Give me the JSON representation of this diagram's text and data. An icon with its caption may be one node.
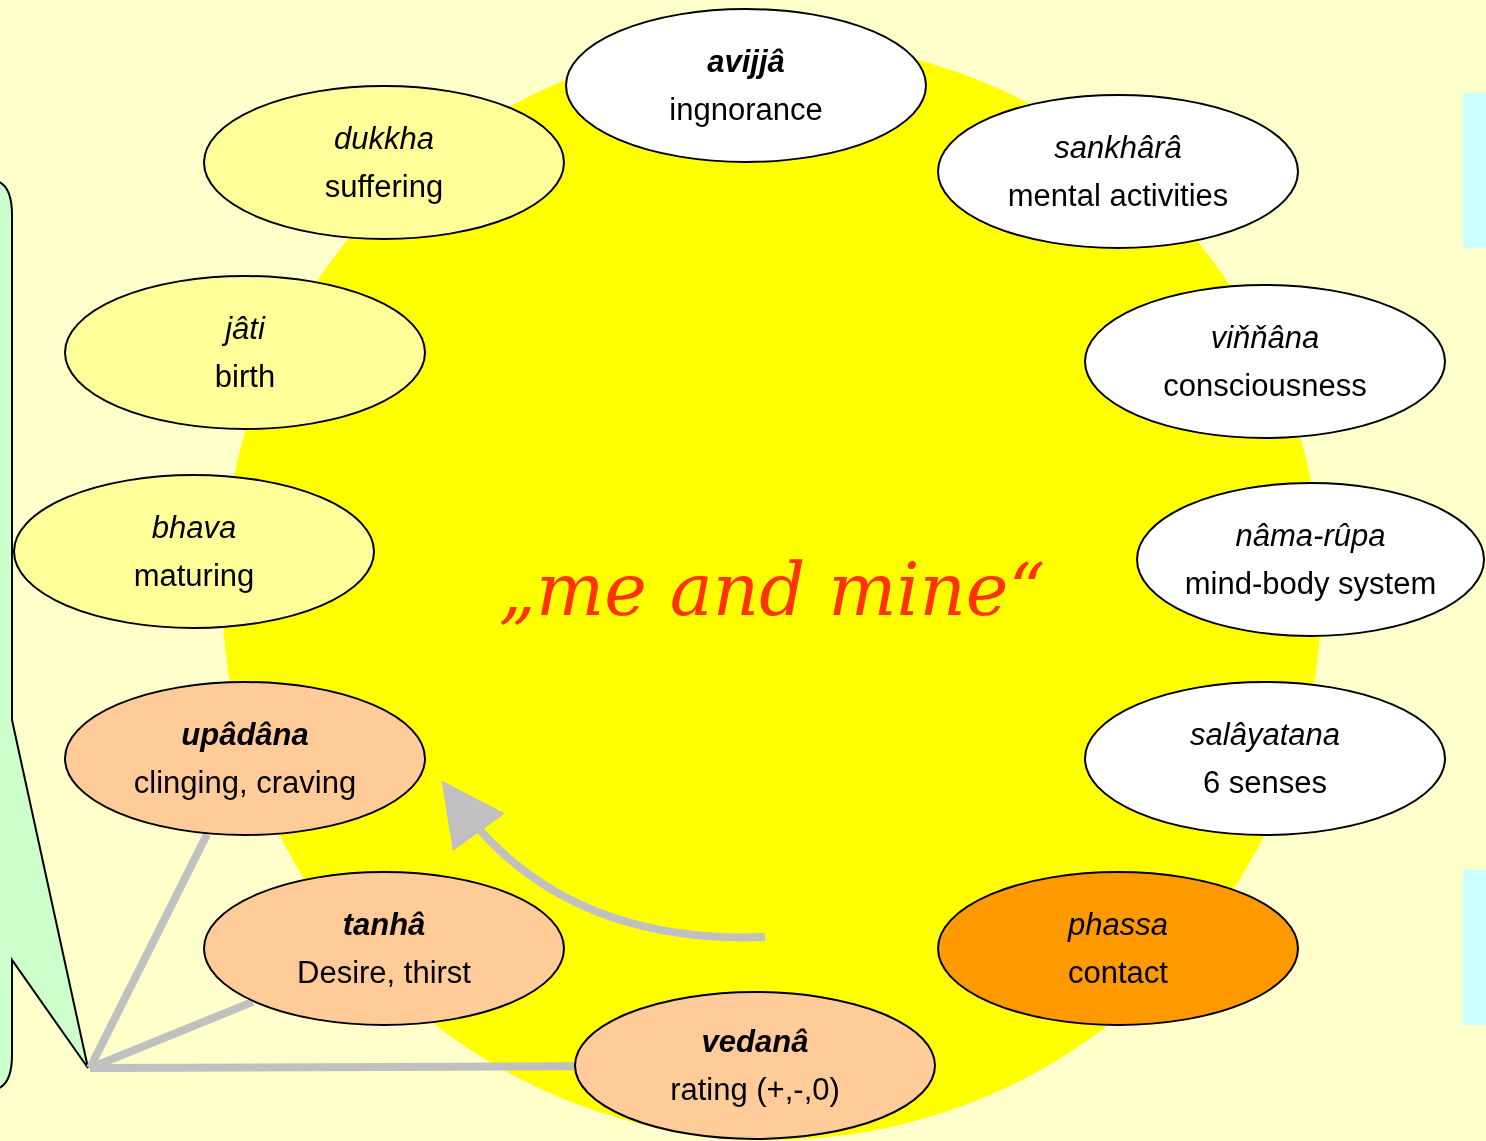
{
  "diagram": {
    "nodes": [
      {
        "text": [
          "„me and mine“"
        ]
      },
      {
        "text": [
          "avijjâ",
          "ingnorance"
        ]
      },
      {
        "text": [
          "sankhârâ",
          "mental activities"
        ]
      },
      {
        "text": [
          "viňňâna",
          "consciousness"
        ]
      },
      {
        "text": [
          "nâma-rûpa",
          "mind-body system"
        ]
      },
      {
        "text": [
          "salâyatana",
          "6 senses"
        ]
      },
      {
        "text": [
          "phassa",
          "contact"
        ]
      },
      {
        "text": [
          "vedanâ",
          "rating (+,-,0)"
        ]
      },
      {
        "text": [
          "tanhâ",
          "Desire, thirst"
        ]
      },
      {
        "text": [
          "upâdâna",
          "clinging, craving"
        ]
      },
      {
        "text": [
          "bhava",
          "maturing"
        ]
      },
      {
        "text": [
          "jâti",
          "birth"
        ]
      },
      {
        "text": [
          "dukkha",
          "suffering"
        ]
      },
      {
        "text": [],
        "shape": "callout"
      }
    ],
    "edges": [
      {
        "from": 13,
        "to": 9,
        "arrow": "none"
      },
      {
        "from": 13,
        "to": 8,
        "arrow": "none"
      },
      {
        "from": 13,
        "to": 7,
        "arrow": "none"
      },
      {
        "from": null,
        "to": 9,
        "arrow": "to"
      }
    ]
  }
}
